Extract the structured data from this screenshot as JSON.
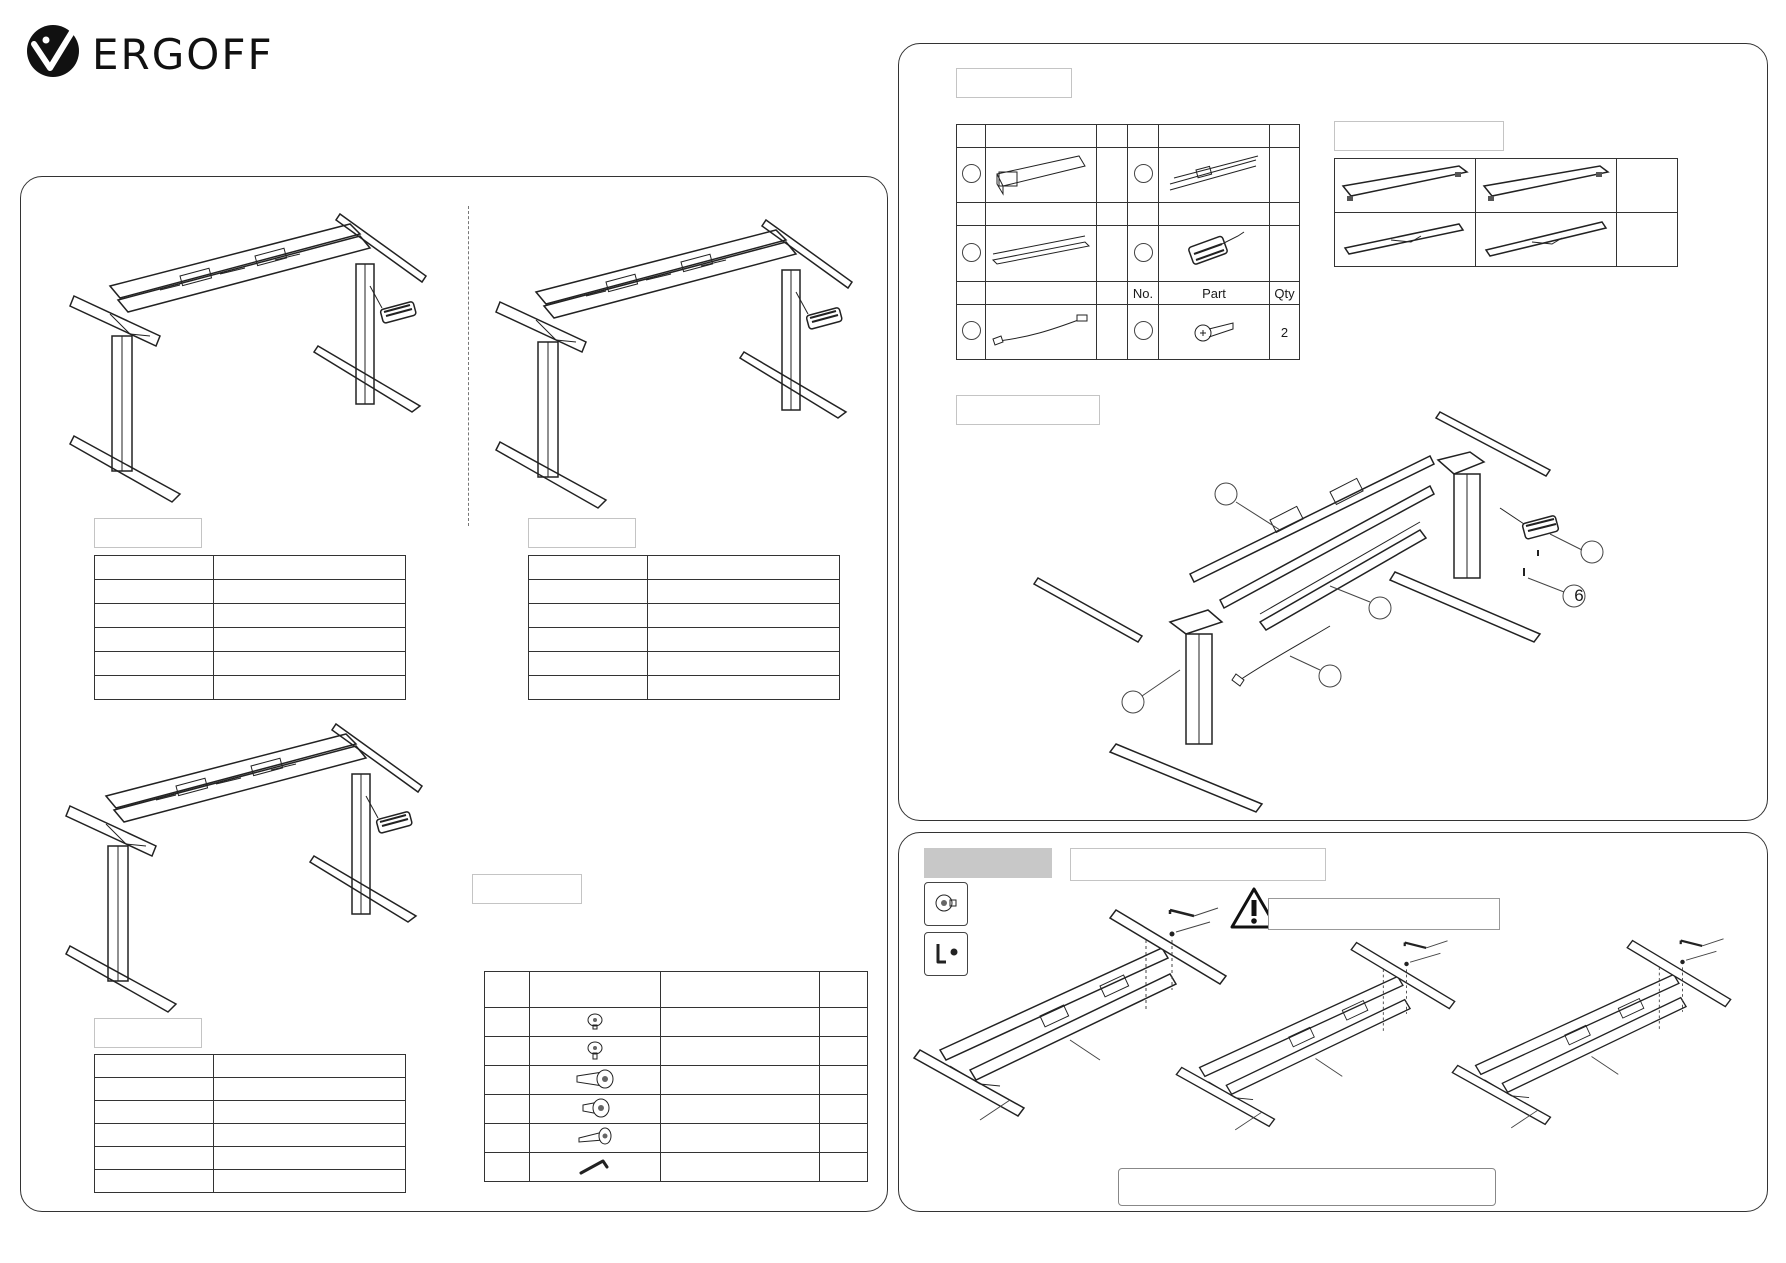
{
  "brand": {
    "name": "ERGOFF"
  },
  "parts_list": {
    "headers": {
      "no": "No.",
      "part": "Part",
      "qty": "Qty"
    },
    "screw_qty": "2"
  },
  "exploded_view": {
    "callout_6": "6"
  },
  "colors": {
    "line": "#333333",
    "label_border": "#c4c4c4",
    "header_fill": "#c8c8c8"
  },
  "icons": [
    "ergoff-logo-icon",
    "warning-icon",
    "screw-icon",
    "allen-key-icon"
  ]
}
